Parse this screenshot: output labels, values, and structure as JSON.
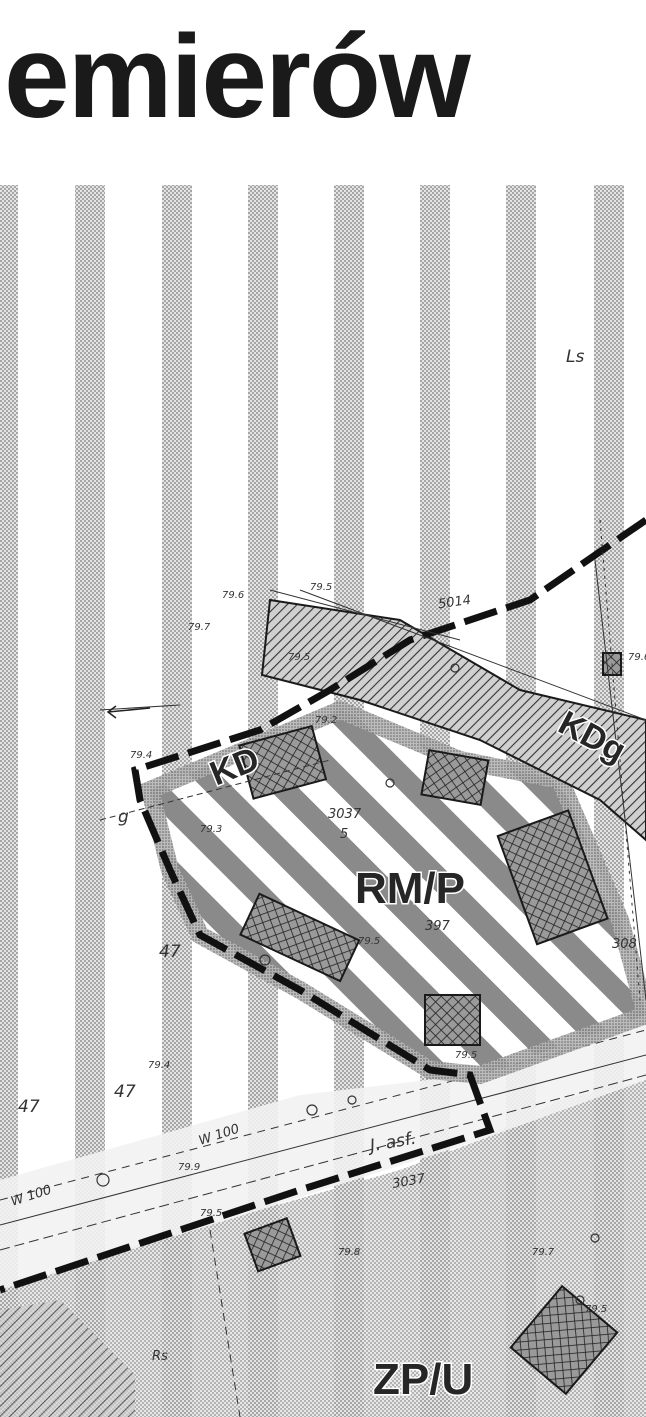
{
  "page": {
    "heading": "emierów"
  },
  "map": {
    "zones": {
      "kd": "KD",
      "kdg": "KDg",
      "rmp": "RM/P",
      "zpu": "ZP/U",
      "ls": "Ls"
    },
    "plots": {
      "a": "47",
      "b": "47",
      "c": "47",
      "n5014": "5014",
      "n3037_a": "3037",
      "n3037_b": "3037",
      "n397": "397",
      "n308": "308",
      "n5": "5"
    },
    "elevations": {
      "e1": "79.5",
      "e2": "79.6",
      "e3": "79.7",
      "e4": "79.5",
      "e5": "79.4",
      "e6": "79.6",
      "e7": "79.5",
      "e8": "79.8",
      "e9": "79.7",
      "e10": "79.5",
      "e11": "79.5",
      "e12": "79.4",
      "e13": "79.5",
      "e14": "79.3",
      "e15": "79.2",
      "e16": "79.9"
    },
    "utilities": {
      "w100_a": "W 100",
      "w100_b": "W 100",
      "asf": "J. asf.",
      "g": "g",
      "rs": "Rs"
    },
    "colors": {
      "ink": "#1a1a1a",
      "stripe": "#cfcfcf",
      "hatch": "#555555",
      "building": "#444444",
      "lower_fill": "#d6d6d6"
    }
  }
}
